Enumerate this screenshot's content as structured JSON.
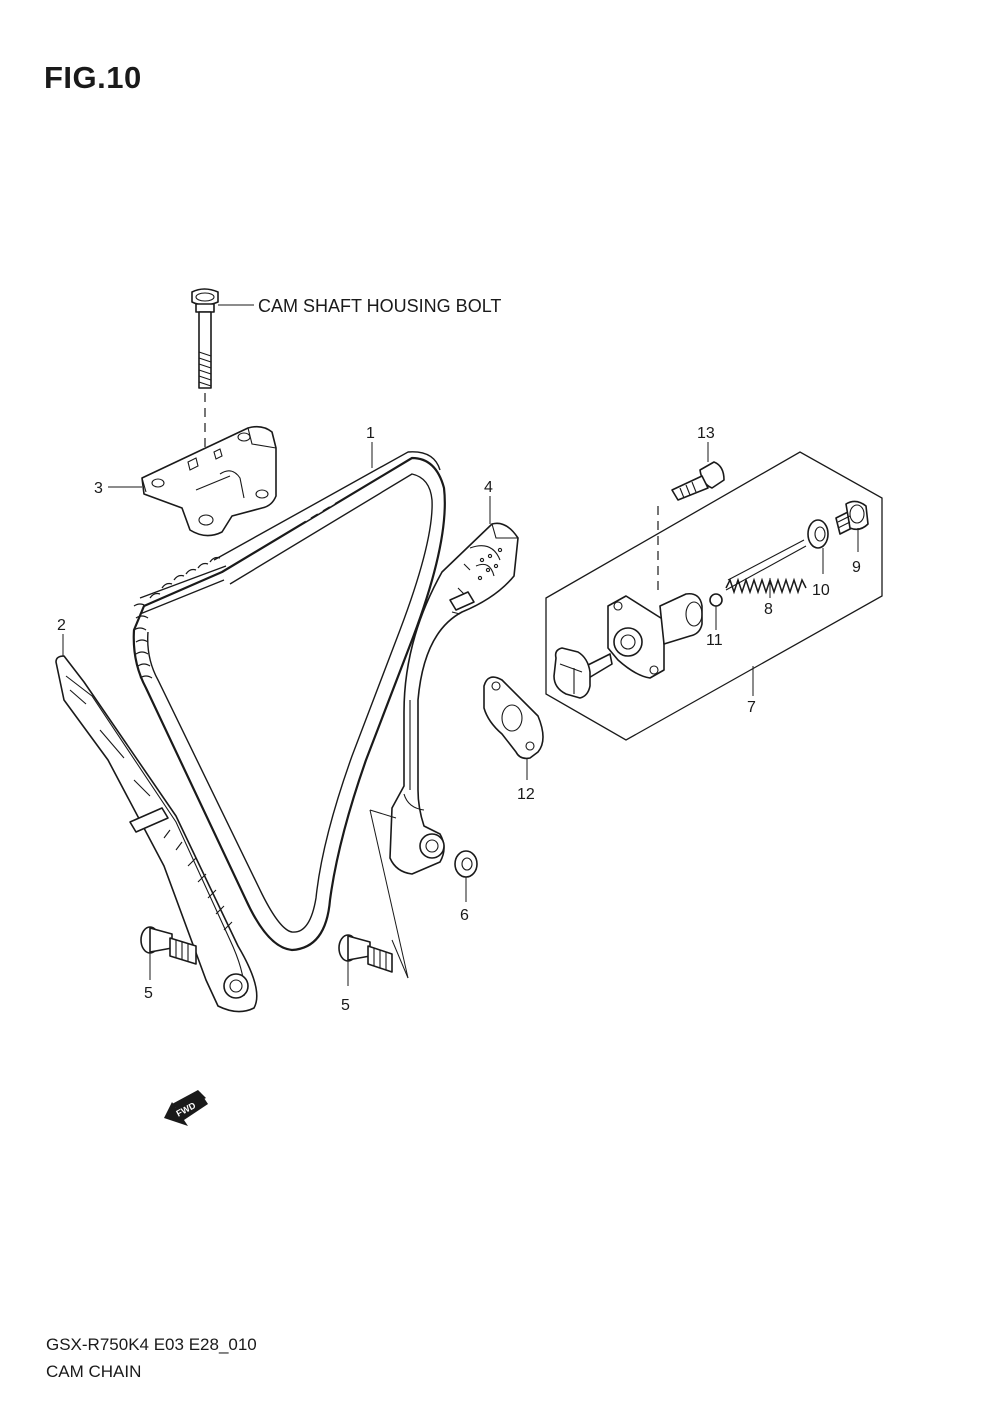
{
  "figure": {
    "title": "FIG.10"
  },
  "labels": {
    "cam_shaft_housing_bolt": "CAM SHAFT HOUSING BOLT"
  },
  "callouts": {
    "p1": "1",
    "p2": "2",
    "p3": "3",
    "p4": "4",
    "p5a": "5",
    "p5b": "5",
    "p6": "6",
    "p7": "7",
    "p8": "8",
    "p9": "9",
    "p10": "10",
    "p11": "11",
    "p12": "12",
    "p13": "13"
  },
  "fwd_arrow": {
    "text": "FWD"
  },
  "footer": {
    "model_code": "GSX-R750K4 E03 E28_010",
    "section_name": "CAM CHAIN"
  }
}
